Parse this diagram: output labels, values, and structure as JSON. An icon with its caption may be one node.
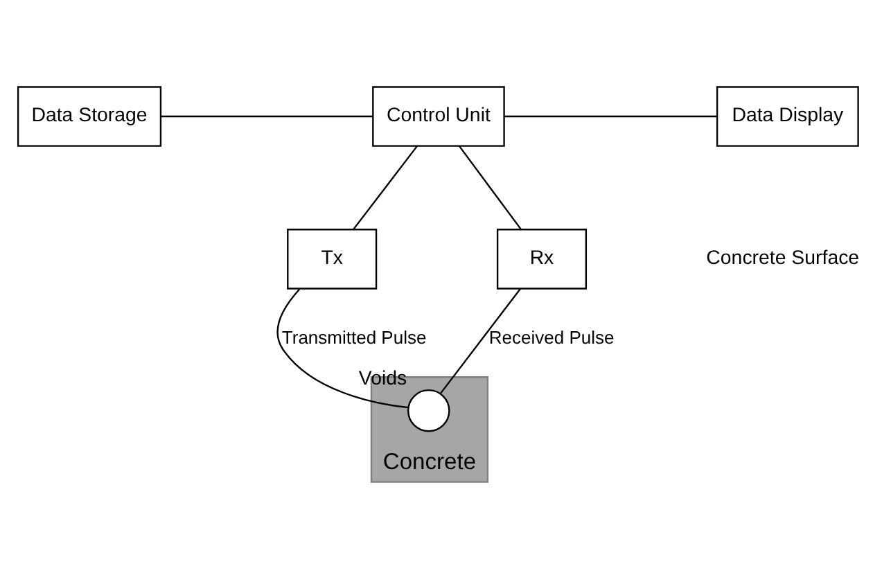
{
  "diagram": {
    "nodes": [
      {
        "text": [
          "Data Storage"
        ]
      },
      {
        "text": [
          "Control Unit"
        ]
      },
      {
        "text": [
          "Data Display"
        ]
      },
      {
        "text": [
          "Tx"
        ]
      },
      {
        "text": [
          "Rx"
        ]
      },
      {
        "text": [
          "Concrete"
        ]
      },
      {
        "text": [],
        "shape": "circle",
        "beside": [
          "Voids"
        ],
        "in": 5
      }
    ],
    "edges": [
      {
        "from": 0,
        "to": 1,
        "arrow": "none"
      },
      {
        "from": 1,
        "to": 2,
        "arrow": "none"
      },
      {
        "from": 1,
        "to": 3,
        "arrow": "none"
      },
      {
        "from": 1,
        "to": 4,
        "arrow": "none"
      },
      {
        "from": 3,
        "to": 6,
        "arrow": "none",
        "label": "Transmitted Pulse"
      },
      {
        "from": 6,
        "to": 4,
        "arrow": "none",
        "label": "Received Pulse"
      }
    ],
    "labels": [
      "Concrete Surface"
    ]
  }
}
